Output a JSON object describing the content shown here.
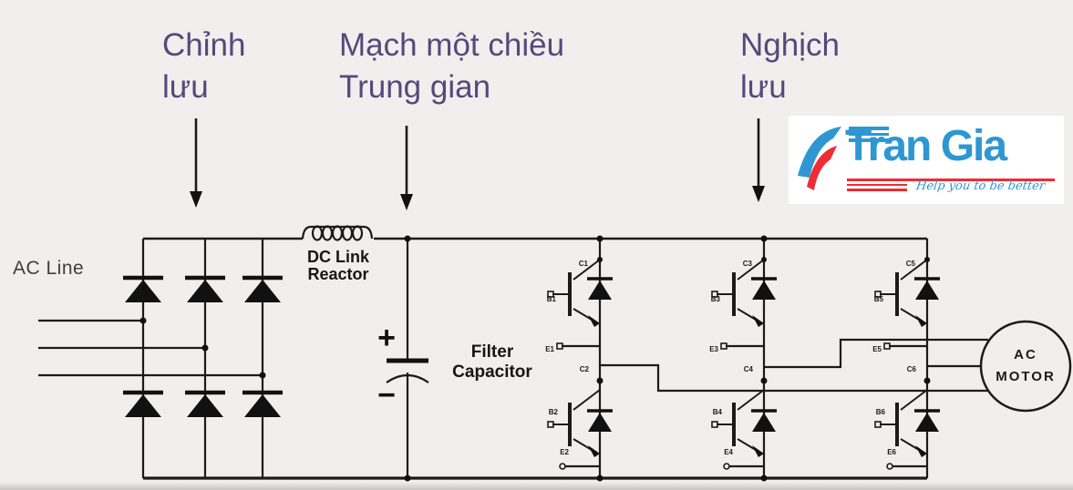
{
  "headings": {
    "rectifier": {
      "line1": "Chỉnh",
      "line2": "lưu"
    },
    "dc_intermediate": {
      "line1": "Mạch một chiều",
      "line2": "Trung gian"
    },
    "inverter": {
      "line1": "Nghịch",
      "line2": "lưu"
    }
  },
  "logo": {
    "brand": "Tran Gia",
    "tagline": "Help you to be better",
    "blue": "#2e97d3",
    "red": "#ef2b33"
  },
  "circuit": {
    "ac_line_label": "AC Line",
    "reactor_label_line1": "DC Link",
    "reactor_label_line2": "Reactor",
    "capacitor_label_line1": "Filter",
    "capacitor_label_line2": "Capacitor",
    "plus": "+",
    "minus": "−",
    "motor_label_line1": "AC",
    "motor_label_line2": "MOTOR",
    "legs": [
      {
        "c_top": "C1",
        "b_top": "B1",
        "e_top": "E1",
        "c_bot": "C2",
        "b_bot": "B2",
        "e_bot": "E2"
      },
      {
        "c_top": "C3",
        "b_top": "B3",
        "e_top": "E3",
        "c_bot": "C4",
        "b_bot": "B4",
        "e_bot": "E4"
      },
      {
        "c_top": "C5",
        "b_top": "B5",
        "e_top": "E5",
        "c_bot": "C6",
        "b_bot": "B6",
        "e_bot": "E6"
      }
    ]
  },
  "colors": {
    "background": "#f1efed",
    "heading_purple": "#55497a",
    "wire": "#1b1b1b"
  }
}
